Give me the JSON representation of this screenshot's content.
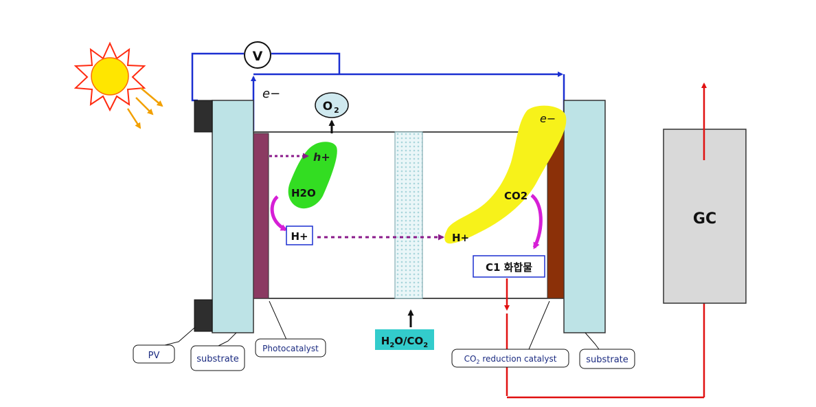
{
  "labels": {
    "voltmeter": "V",
    "electron_left": "e−",
    "electron_right": "e−",
    "oxygen": "O",
    "oxygen_sub": "2",
    "hole": "h+",
    "water_label": "H2O",
    "proton_left": "H+",
    "proton_right": "H+",
    "co2_label": "CO2",
    "c1_compound": "C1 화합물",
    "feed_main": "H",
    "feed_sub1": "2",
    "feed_mid": "O/CO",
    "feed_sub2": "2",
    "gc": "GC"
  },
  "callouts": {
    "pv": "PV",
    "substrate_left": "substrate",
    "photocatalyst": "Photocatalyst",
    "reduction_main": "CO",
    "reduction_sub": "2",
    "reduction_rest": " reduction catalyst",
    "substrate_right": "substrate"
  },
  "colors": {
    "wire": "#1a2fd1",
    "substrate": "#bde3e6",
    "photocatalyst": "#8b3a62",
    "reduction_catalyst": "#8b3008",
    "hole_blob": "#33dd22",
    "electron_blob": "#f7f21a",
    "gc_fill": "#d9d9d9",
    "product_line": "#e01010",
    "proton_path": "#8a1a8a",
    "membrane": "#d4ecf0",
    "feed_fill": "#33cccc",
    "sun": "#ffe600",
    "sun_rays": "#ff2a10",
    "light_rays": "#f2a000"
  }
}
